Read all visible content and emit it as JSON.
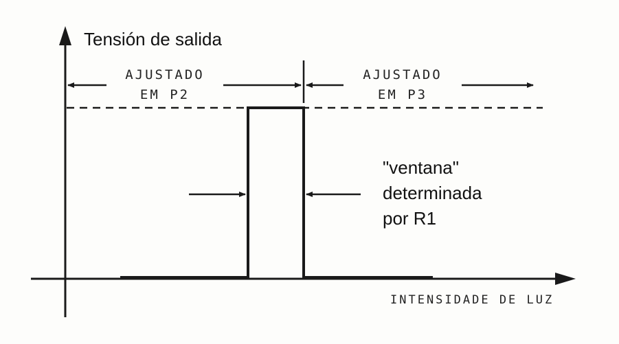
{
  "diagram": {
    "y_axis_label": "Tensión de salida",
    "x_axis_label": "INTENSIDADE DE LUZ",
    "region_left": {
      "line1": "AJUSTADO",
      "line2": "EM P2"
    },
    "region_right": {
      "line1": "AJUSTADO",
      "line2": "EM P3"
    },
    "window_note": {
      "line1": "\"ventana\"",
      "line2": "determinada",
      "line3": "por R1"
    }
  }
}
